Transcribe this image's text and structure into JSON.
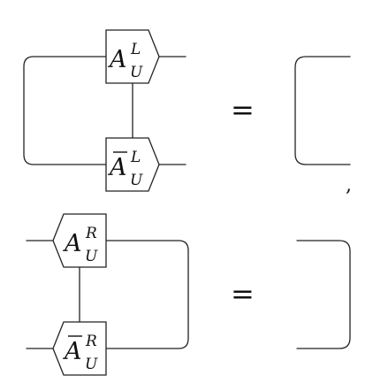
{
  "equations": [
    {
      "name": "left-canonical-condition",
      "tensors": [
        {
          "role": "top",
          "base": "A",
          "sup": "L",
          "sub": "U",
          "conjugate": false,
          "arrow": "right"
        },
        {
          "role": "bottom",
          "base": "A",
          "sup": "L",
          "sub": "U",
          "conjugate": true,
          "arrow": "right"
        }
      ],
      "equals_sign": "=",
      "rhs": "identity-bracket-open-right",
      "trailing_punctuation": ","
    },
    {
      "name": "right-canonical-condition",
      "tensors": [
        {
          "role": "top",
          "base": "A",
          "sup": "R",
          "sub": "U",
          "conjugate": false,
          "arrow": "left"
        },
        {
          "role": "bottom",
          "base": "A",
          "sup": "R",
          "sub": "U",
          "conjugate": true,
          "arrow": "left"
        }
      ],
      "equals_sign": "=",
      "rhs": "identity-bracket-open-left",
      "trailing_punctuation": ""
    }
  ],
  "colors": {
    "line": "#222222",
    "text": "#111111",
    "background": "#ffffff"
  }
}
